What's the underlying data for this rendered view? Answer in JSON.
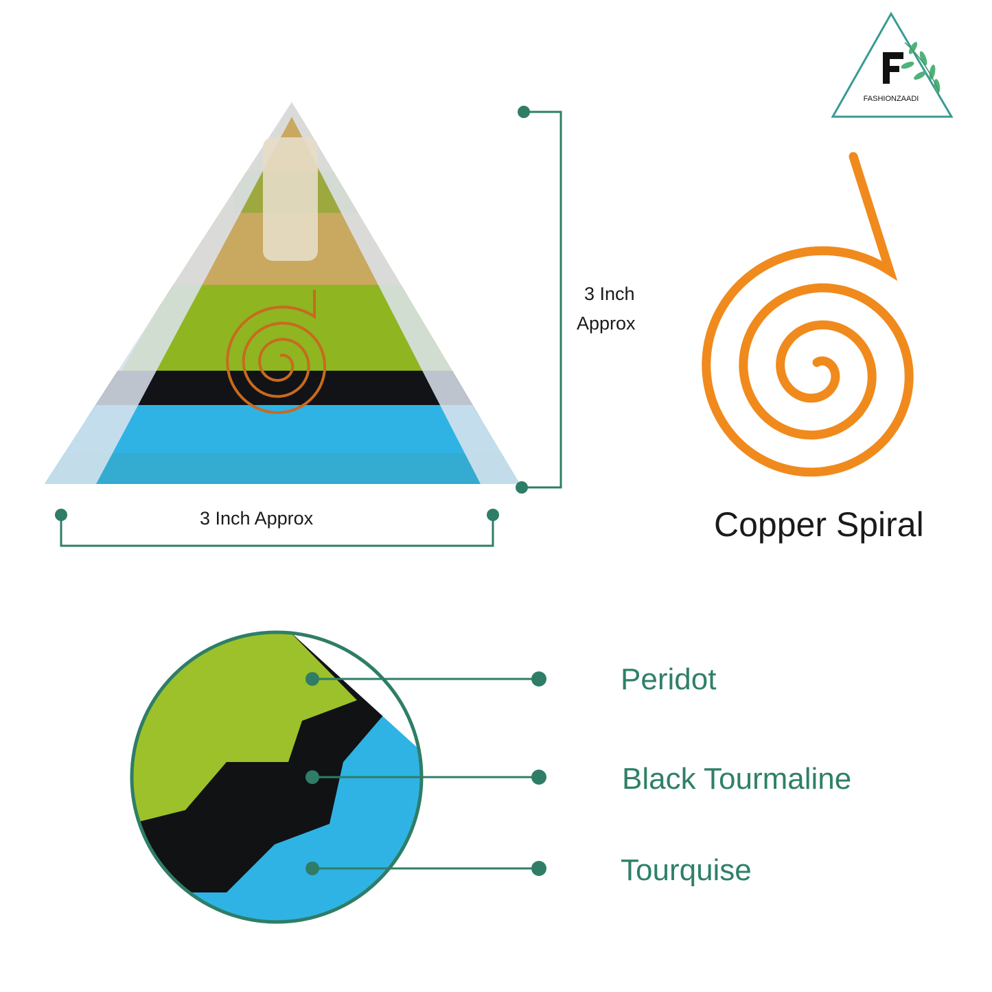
{
  "brand": {
    "name": "FASHIONZAADI",
    "logo_letter": "F"
  },
  "dimensions": {
    "height_line1": "3 Inch",
    "height_line2": "Approx",
    "width": "3 Inch Approx"
  },
  "spiral": {
    "caption": "Copper Spiral"
  },
  "layers": [
    {
      "label": "Peridot"
    },
    {
      "label": "Black Tourmaline"
    },
    {
      "label": "Tourquise"
    }
  ],
  "colors": {
    "accent": "#2f7d67",
    "copper": "#f08a1c",
    "peridot": "#9cc12a",
    "turquoise": "#2eb6e6",
    "tourmaline": "#0d0d0f"
  }
}
